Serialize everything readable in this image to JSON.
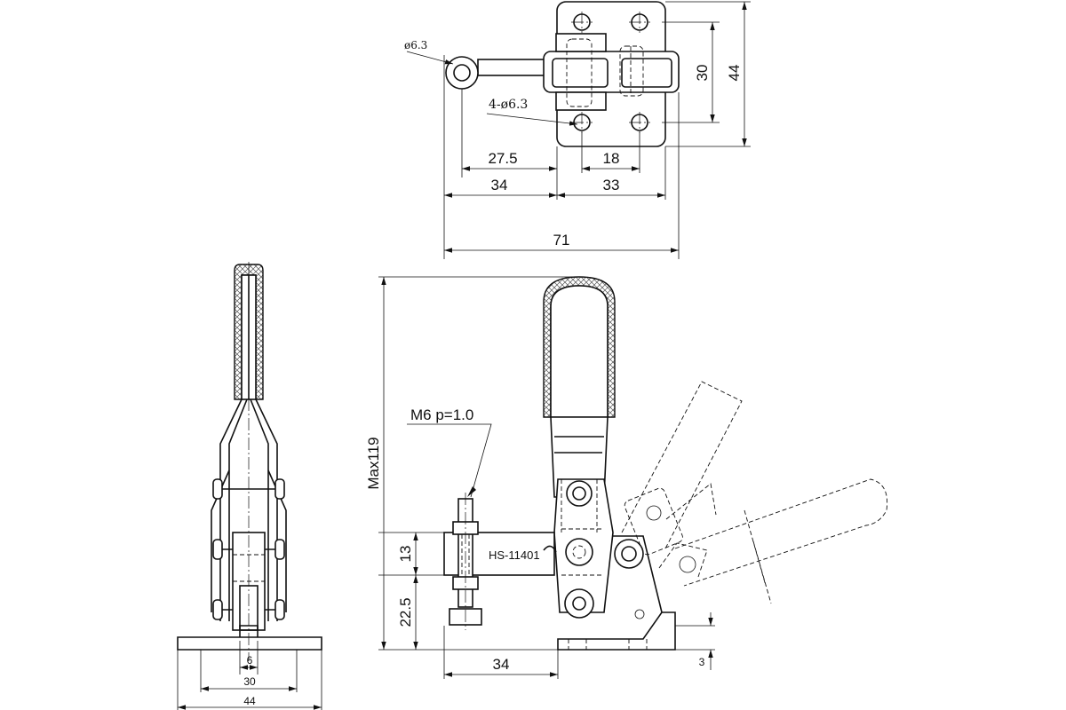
{
  "model_label": "HS-11401",
  "thread_label": "M6 p=1.0",
  "top_view": {
    "hole_single": "ø6.3",
    "hole_four": "4-ø6.3",
    "dim_27_5": "27.5",
    "dim_18": "18",
    "dim_34": "34",
    "dim_33": "33",
    "dim_71": "71",
    "dim_30": "30",
    "dim_44": "44"
  },
  "side_view": {
    "dim_max119": "Max119",
    "dim_13": "13",
    "dim_22_5": "22.5",
    "dim_34": "34",
    "dim_3": "3"
  },
  "front_view": {
    "dim_6": "6",
    "dim_30": "30",
    "dim_44": "44"
  }
}
